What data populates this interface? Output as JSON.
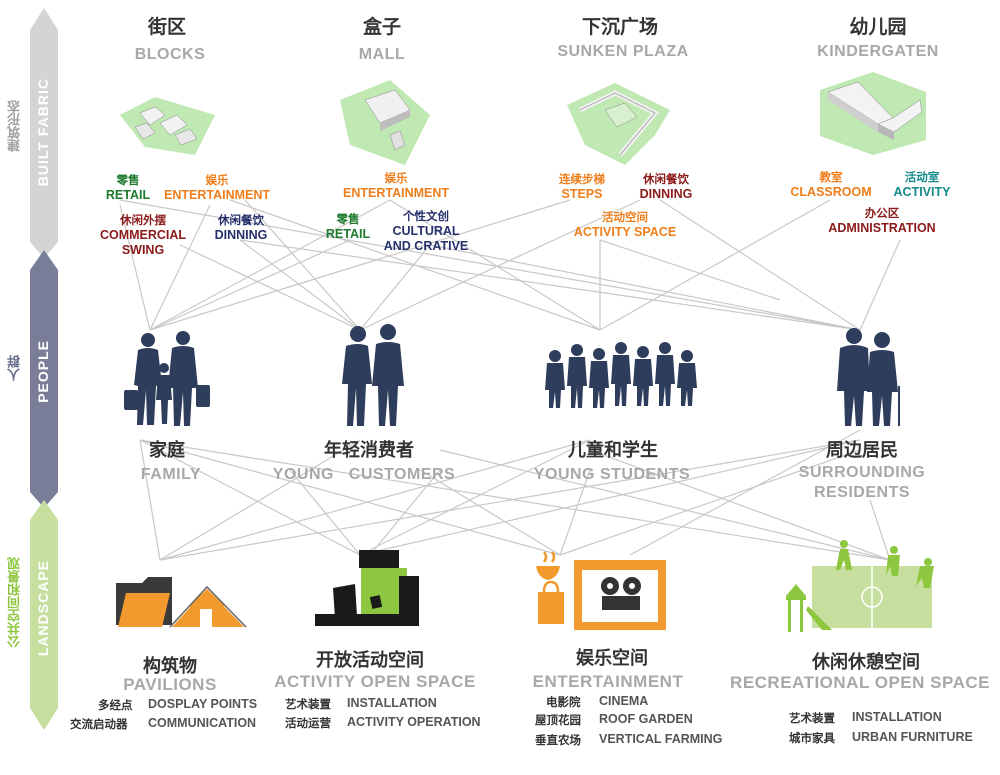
{
  "colors": {
    "built": "#d4d4d4",
    "people": "#7a7d98",
    "landscape": "#c6df9e",
    "people_fill": "#2f3d5c",
    "lines": "#c8c8c8",
    "orange": "#f39a2e",
    "green": "#8dc63f"
  },
  "side": {
    "built": {
      "cn": "建筑形态",
      "en": "BUILT FABRIC"
    },
    "people": {
      "cn": "人群",
      "en": "PEOPLE"
    },
    "landscape": {
      "cn": "公共空间和景观",
      "en": "LANDSCAPE"
    }
  },
  "buildings": [
    {
      "cn": "街区",
      "en": "BLOCKS",
      "icon": "blocks-massing-model"
    },
    {
      "cn": "盒子",
      "en": "MALL",
      "icon": "mall-massing-model"
    },
    {
      "cn": "下沉广场",
      "en": "SUNKEN PLAZA",
      "icon": "sunken-plaza-model"
    },
    {
      "cn": "幼儿园",
      "en": "KINDERGATEN",
      "icon": "kindergarten-model"
    }
  ],
  "functions": {
    "retail1": {
      "cn": "零售",
      "en": "RETAIL"
    },
    "ent1": {
      "cn": "娱乐",
      "en": "ENTERTAINMENT"
    },
    "swing": {
      "cn": "休闲外摆",
      "en1": "COMMERCIAL",
      "en2": "SWING"
    },
    "dinning1": {
      "cn": "休闲餐饮",
      "en": "DINNING"
    },
    "ent2": {
      "cn": "娱乐",
      "en": "ENTERTAINMENT"
    },
    "retail2": {
      "cn": "零售",
      "en": "RETAIL"
    },
    "cultural": {
      "cn": "个性文创",
      "en1": "CULTURAL",
      "en2": "AND CRATIVE"
    },
    "steps": {
      "cn": "连续步梯",
      "en": "STEPS"
    },
    "dinning2": {
      "cn": "休闲餐饮",
      "en": "DINNING"
    },
    "activity_space": {
      "cn": "活动空间",
      "en": "ACTIVITY SPACE"
    },
    "classroom": {
      "cn": "教室",
      "en": "CLASSROOM"
    },
    "activity": {
      "cn": "活动室",
      "en": "ACTIVITY"
    },
    "admin": {
      "cn": "办公区",
      "en": "ADMINISTRATION"
    }
  },
  "people": [
    {
      "cn": "家庭",
      "en": "FAMILY",
      "icon": "family-silhouette-icon"
    },
    {
      "cn": "年轻消费者",
      "en": "YOUNG   CUSTOMERS",
      "icon": "young-couple-silhouette-icon"
    },
    {
      "cn": "儿童和学生",
      "en": "YOUNG STUDENTS",
      "icon": "children-silhouette-icon"
    },
    {
      "cn": "周边居民",
      "en1": "SURROUNDING",
      "en2": "RESIDENTS",
      "icon": "elderly-couple-silhouette-icon"
    }
  ],
  "landscape": [
    {
      "cn": "构筑物",
      "en": "PAVILIONS",
      "icon": "pavilion-roof-icon",
      "items": [
        {
          "cn": "多经点",
          "en": "DOSPLAY POINTS"
        },
        {
          "cn": "交流启动器",
          "en": "COMMUNICATION"
        }
      ]
    },
    {
      "cn": "开放活动空间",
      "en": "ACTIVITY OPEN SPACE",
      "icon": "open-space-blocks-icon",
      "items": [
        {
          "cn": "艺术装置",
          "en": "INSTALLATION"
        },
        {
          "cn": "活动运营",
          "en": "ACTIVITY OPERATION"
        }
      ]
    },
    {
      "cn": "娱乐空间",
      "en": "ENTERTAINMENT",
      "icon": "cinema-stage-icon",
      "items": [
        {
          "cn": "电影院",
          "en": "CINEMA"
        },
        {
          "cn": "屋顶花园",
          "en": "ROOF GARDEN"
        },
        {
          "cn": "垂直农场",
          "en": "VERTICAL FARMING"
        }
      ]
    },
    {
      "cn": "休闲休憩空间",
      "en": "RECREATIONAL OPEN SPACE",
      "icon": "sports-field-icon",
      "items": [
        {
          "cn": "艺术装置",
          "en": "INSTALLATION"
        },
        {
          "cn": "城市家具",
          "en": "URBAN FURNITURE"
        }
      ]
    }
  ]
}
